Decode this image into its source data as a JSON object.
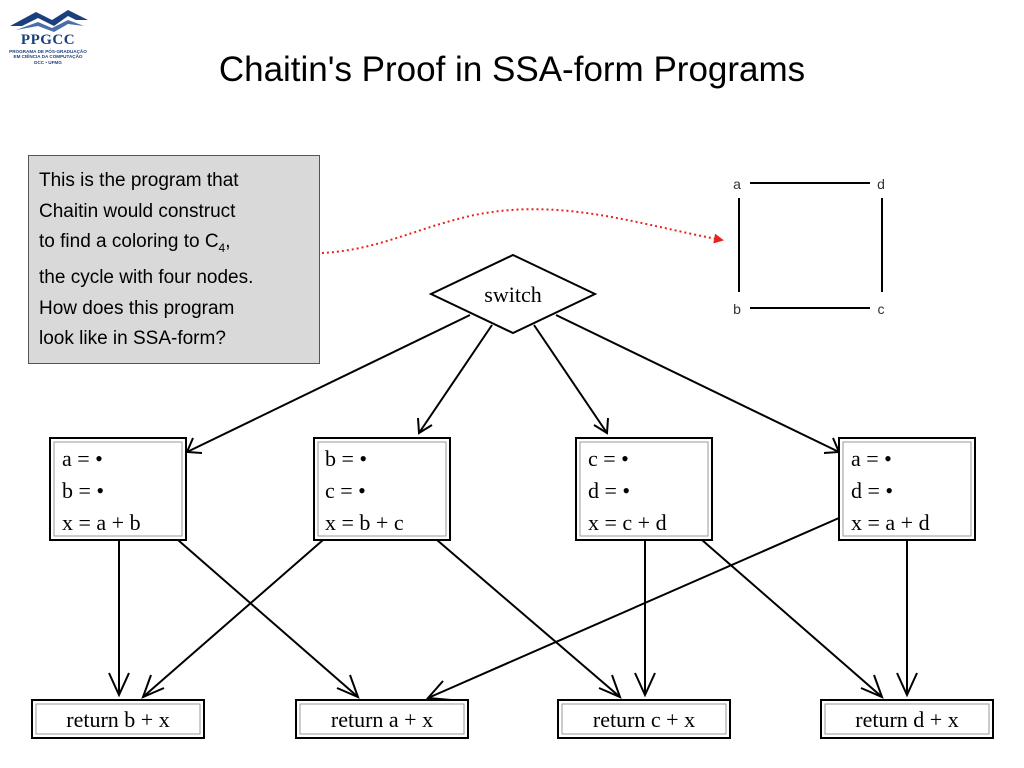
{
  "logo": {
    "brand": "PPGCC",
    "subtitle_lines": [
      "PROGRAMA DE PÓS-GRADUAÇÃO",
      "EM CIÊNCIA DA COMPUTAÇÃO",
      "DCC • UFMG"
    ]
  },
  "title": "Chaitin's Proof in SSA-form Programs",
  "note": {
    "line1": "This is the program that",
    "line2": "Chaitin would construct",
    "line3_pre": "to find a coloring to C",
    "line3_sub": "4",
    "line3_post": ",",
    "line4": "the cycle with four nodes.",
    "line5": "How does this program",
    "line6": "look like in SSA-form?"
  },
  "cycle": {
    "a": "a",
    "b": "b",
    "c": "c",
    "d": "d"
  },
  "switch_label": "switch",
  "blocks": [
    {
      "lines": [
        "a = •",
        "b = •",
        "x = a + b"
      ]
    },
    {
      "lines": [
        "b = •",
        "c = •",
        "x = b + c"
      ]
    },
    {
      "lines": [
        "c = •",
        "d = •",
        "x = c + d"
      ]
    },
    {
      "lines": [
        "a = •",
        "d = •",
        "x = a + d"
      ]
    }
  ],
  "returns": [
    "return b + x",
    "return a + x",
    "return c + x",
    "return d + x"
  ]
}
